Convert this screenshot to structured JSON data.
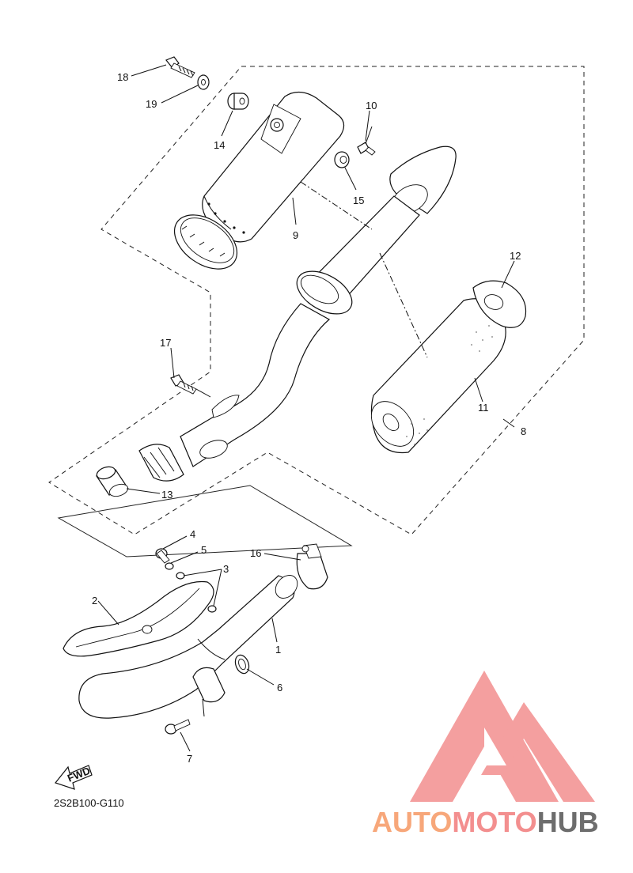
{
  "diagram_code": "2S2B100-G110",
  "fwd_label": "FWD",
  "callouts": [
    "1",
    "2",
    "3",
    "4",
    "5",
    "6",
    "7",
    "8",
    "9",
    "10",
    "11",
    "12",
    "13",
    "14",
    "15",
    "16",
    "17",
    "18",
    "19"
  ],
  "watermark": {
    "part1": "AUTO",
    "part2": "MOTO",
    "part3": "HUB",
    "color_primary": "#f7a77a",
    "color_accent": "#f38f8f",
    "color_dark": "#6d6d6d"
  }
}
